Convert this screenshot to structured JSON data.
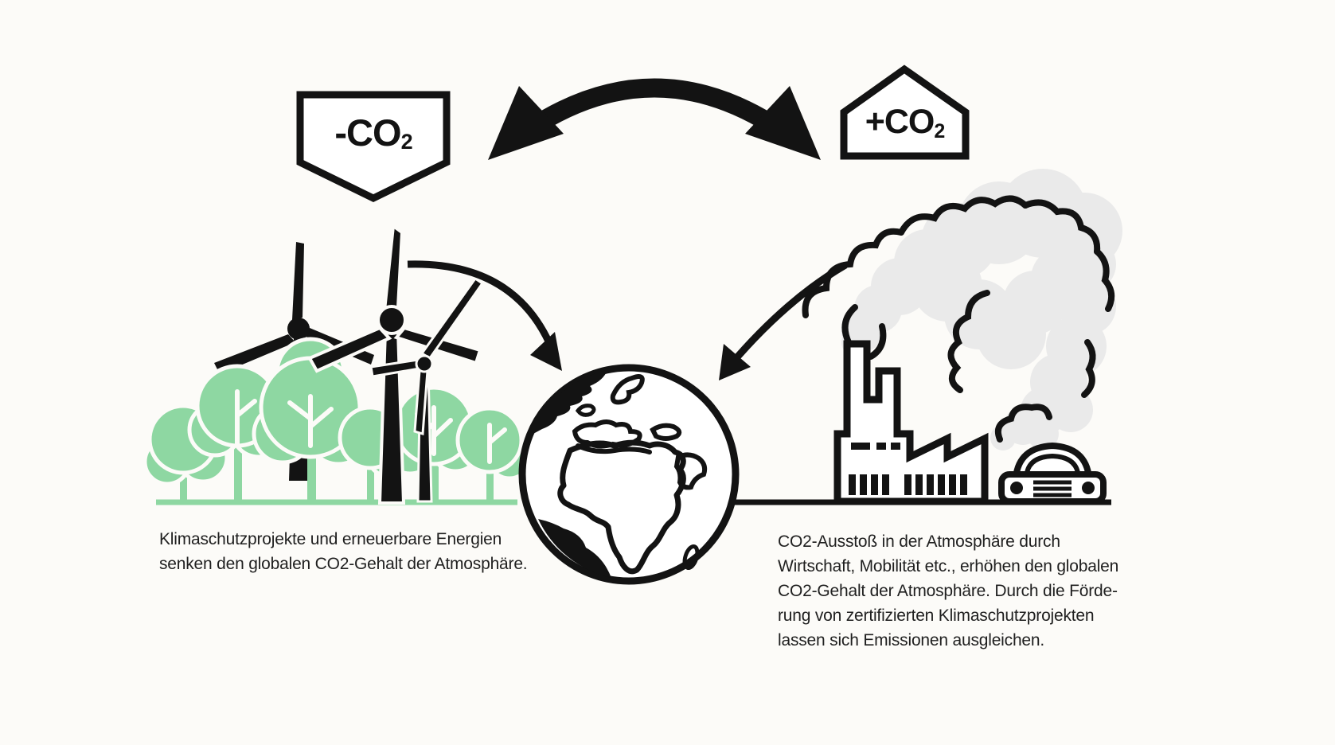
{
  "badge_minus": {
    "text": "-CO",
    "sub": "2"
  },
  "badge_plus": {
    "text": "+CO",
    "sub": "2"
  },
  "caption_left": {
    "line1": "Klimaschutzprojekte und erneuerbare Energien",
    "line2": "senken den globalen CO2-Gehalt der Atmosphäre."
  },
  "caption_right": {
    "line1": "CO2-Ausstoß in der Atmosphäre durch",
    "line2": "Wirtschaft, Mobilität etc., erhöhen den globalen",
    "line3": "CO2-Gehalt der Atmosphäre. Durch die Förde-",
    "line4": "rung von zertifizierten Klimaschutzprojekten",
    "line5": "lassen sich Emissionen ausgleichen."
  },
  "colors": {
    "background": "#fcfbf8",
    "ink": "#131313",
    "tree_green": "#8ed7a2",
    "smoke_gray": "#eaeaea"
  }
}
